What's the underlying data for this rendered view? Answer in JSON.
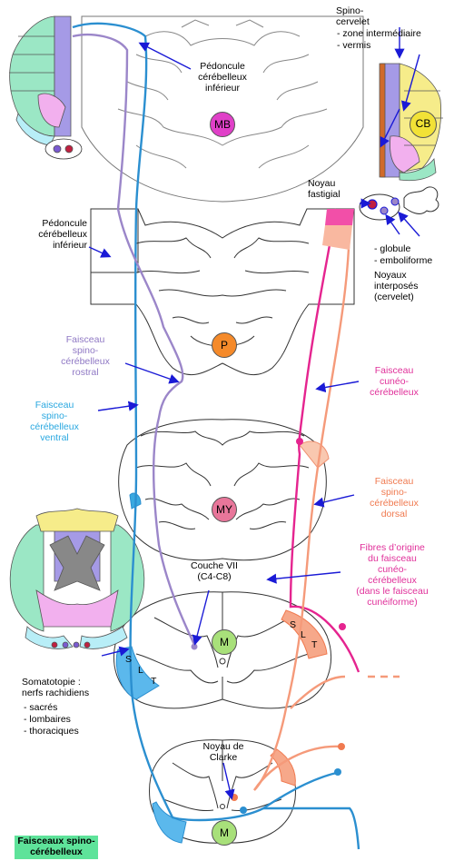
{
  "labels": {
    "spino_cervelet_title": "Spino-\ncervelet",
    "spino_cervelet_items": [
      "- zone intermédiaire",
      "- vermis"
    ],
    "pedoncule_top": "Pédoncule\ncérébelleux\ninférieur",
    "pedoncule_left": "Pédoncule\ncérébelleux\ninférieur",
    "noyau_fastigial": "Noyau\nfastigial",
    "noyaux_items": [
      "- globule",
      "- emboliforme"
    ],
    "noyaux_interposes": "Noyaux\ninterposés\n(cervelet)",
    "faisceau_rostral": "Faisceau\nspino-\ncérébelleux\nrostral",
    "faisceau_ventral": "Faisceau\nspino-\ncérébelleux\nventral",
    "faisceau_cuneo": "Faisceau\ncunéo-\ncérébelleux",
    "faisceau_dorsal": "Faisceau\nspino-\ncérébelleux\ndorsal",
    "fibres_origine": "Fibres d’origine\ndu faisceau\ncunéo-\ncérébelleux\n(dans le faisceau\ncunéiforme)",
    "couche_vii": "Couche VII\n(C4-C8)",
    "somatotopie": "Somatotopie :\nnerfs rachidiens",
    "somatotopie_items": [
      "- sacrés",
      "- lombaires",
      "- thoraciques"
    ],
    "noyau_clarke": "Noyau de\nClarke",
    "title": "Faisceaux\nspino-cérébelleux"
  },
  "badges": {
    "mb": "MB",
    "cb": "CB",
    "p": "P",
    "my": "MY",
    "m1": "M",
    "m2": "M"
  },
  "slt_left": [
    "S",
    "L",
    "T"
  ],
  "slt_right": [
    "S",
    "L",
    "T"
  ],
  "colors": {
    "rostral": "#9b86c9",
    "ventral": "#2b8fd0",
    "cuneo": "#e5248f",
    "dorsal": "#f59a7a",
    "arrow": "#1a1ad6",
    "mb": "#e040c8",
    "cb": "#f2e236",
    "p": "#f58a2a",
    "my": "#e8769a",
    "m": "#a8e07a",
    "title_bg": "#5ee39a"
  }
}
